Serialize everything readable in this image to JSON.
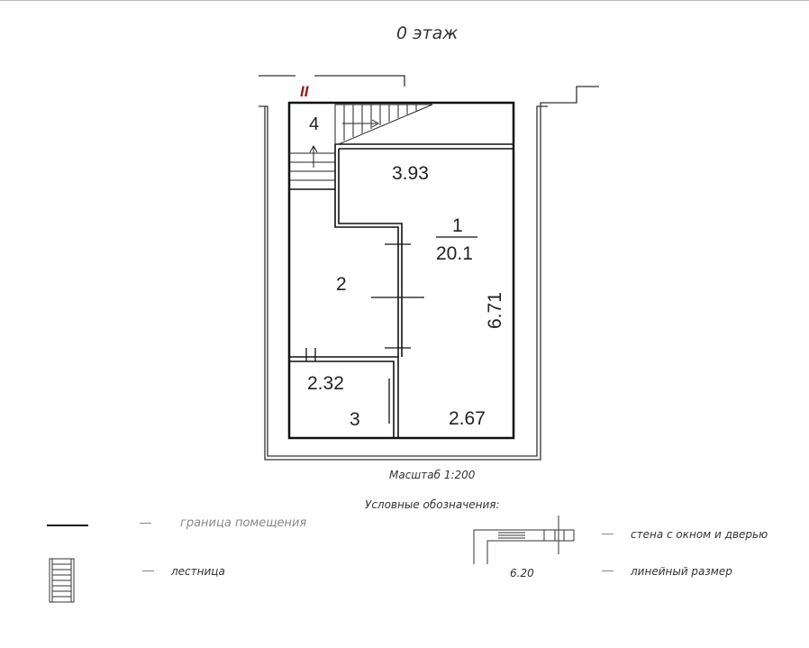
{
  "title": "0 этаж",
  "section_mark": "II",
  "rooms": [
    {
      "number": "1",
      "area": "20.1"
    },
    {
      "number": "2"
    },
    {
      "number": "3"
    },
    {
      "number": "4"
    }
  ],
  "dimensions": [
    "3.93",
    "6.71",
    "2.32",
    "2.67"
  ],
  "scale_text": "Масштаб 1:200",
  "legend": {
    "title": "Условные обозначения:",
    "items": [
      {
        "symbol": "line",
        "label": "граница помещения"
      },
      {
        "symbol": "stairs",
        "label": "лестница"
      },
      {
        "symbol": "wall-window-door",
        "label": "стена с окном и дверью"
      },
      {
        "symbol": "dimension",
        "label": "линейный размер",
        "sample_value": "6.20"
      }
    ],
    "dash": "—"
  },
  "colors": {
    "wall": "#1a1a1a",
    "section_mark": "#9b1c1c",
    "text": "#222222"
  }
}
